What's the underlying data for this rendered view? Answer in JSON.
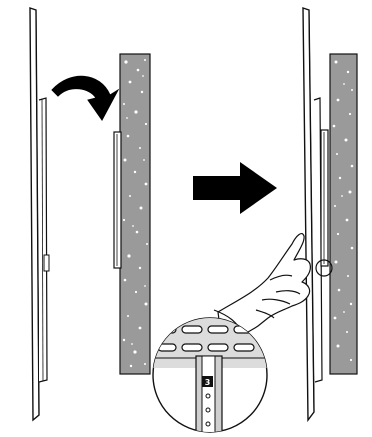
{
  "diagram": {
    "steps": [
      {
        "id": "before",
        "description_visible_text": ""
      },
      {
        "id": "after",
        "description_visible_text": ""
      }
    ],
    "detail_callout": {
      "label": "3"
    },
    "colors": {
      "line": "#111111",
      "wall_fill": "#9a9a9a",
      "arrow": "#000000",
      "background": "#ffffff"
    }
  }
}
